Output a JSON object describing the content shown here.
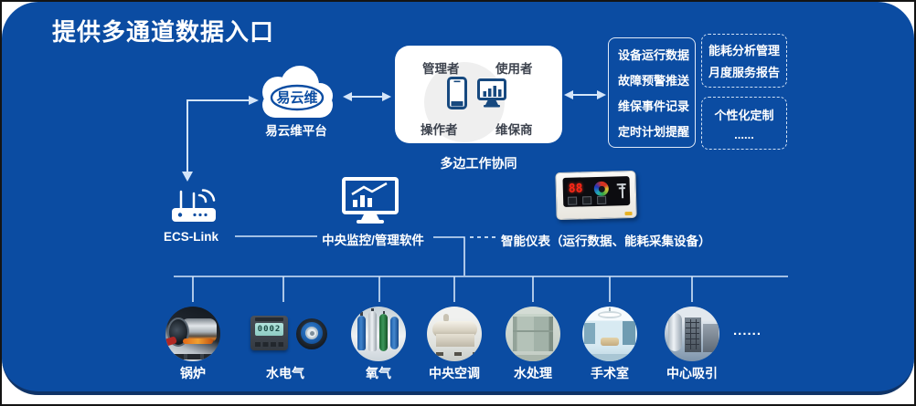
{
  "title": "提供多通道数据入口",
  "colors": {
    "slide_background": "#0B4CA2",
    "slide_bottom_edge": "#0F3367",
    "connector_line": "#D4E5F9",
    "icon_blue": "#17497F",
    "text_light": "#FFFFFF",
    "role_text": "#3D434E",
    "meter_digit_red": "#FF2616"
  },
  "icons": [
    "cloud-icon",
    "router-icon",
    "monitor-chart-icon",
    "smartphone-icon",
    "desktop-bars-icon",
    "smart-meter-panel",
    "arrow-icons"
  ],
  "cloud": {
    "brand": "易云维",
    "platform_label": "易云维平台"
  },
  "collaboration": {
    "roles": [
      "管理者",
      "使用者",
      "操作者",
      "维保商"
    ],
    "caption": "多边工作协同"
  },
  "features_box": {
    "items": [
      "设备运行数据",
      "故障预警推送",
      "维保事件记录",
      "定时计划提醒"
    ]
  },
  "energy_box": {
    "items": [
      "能耗分析管理",
      "月度服务报告"
    ]
  },
  "custom_box": {
    "items": [
      "个性化定制",
      "......"
    ]
  },
  "middle": {
    "gateway_label": "ECS-Link",
    "monitor_label": "中央监控/管理软件",
    "meter_label": "智能仪表（运行数据、能耗采集设备）",
    "meter_display": "88"
  },
  "devices": {
    "items": [
      {
        "label": "锅炉"
      },
      {
        "label": "水电气",
        "lcd": "0002"
      },
      {
        "label": "氧气"
      },
      {
        "label": "中央空调"
      },
      {
        "label": "水处理"
      },
      {
        "label": "手术室"
      },
      {
        "label": "中心吸引"
      }
    ],
    "ellipsis": "......"
  }
}
